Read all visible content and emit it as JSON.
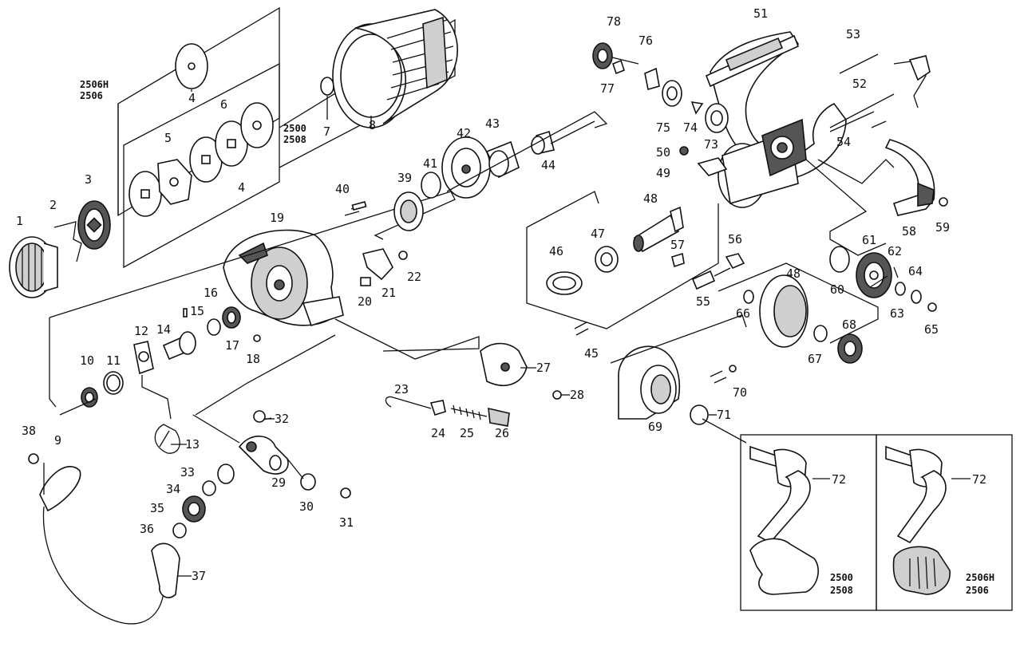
{
  "labels": {
    "p1": "1",
    "p2": "2",
    "p3": "3",
    "p4a": "4",
    "p4b": "4",
    "p5": "5",
    "p6": "6",
    "p7": "7",
    "p8": "8",
    "p9": "9",
    "p10": "10",
    "p11": "11",
    "p12": "12",
    "p13": "13",
    "p14": "14",
    "p15": "15",
    "p16": "16",
    "p17": "17",
    "p18": "18",
    "p19": "19",
    "p20": "20",
    "p21": "21",
    "p22": "22",
    "p23": "23",
    "p24": "24",
    "p25": "25",
    "p26": "26",
    "p27": "27",
    "p28": "28",
    "p29": "29",
    "p30": "30",
    "p31": "31",
    "p32": "32",
    "p33": "33",
    "p34": "34",
    "p35": "35",
    "p36": "36",
    "p37": "37",
    "p38": "38",
    "p39": "39",
    "p40": "40",
    "p41": "41",
    "p42": "42",
    "p43": "43",
    "p44": "44",
    "p45": "45",
    "p46": "46",
    "p47": "47",
    "p48": "48",
    "p48b": "48",
    "p49": "49",
    "p50": "50",
    "p51": "51",
    "p52": "52",
    "p53": "53",
    "p54": "54",
    "p55": "55",
    "p56": "56",
    "p57": "57",
    "p58": "58",
    "p59": "59",
    "p60": "60",
    "p61": "61",
    "p62": "62",
    "p63": "63",
    "p64": "64",
    "p65": "65",
    "p66": "66",
    "p67": "67",
    "p68": "68",
    "p69": "69",
    "p70": "70",
    "p71": "71",
    "p72a": "72",
    "p72b": "72",
    "p73": "73",
    "p74": "74",
    "p75": "75",
    "p76": "76",
    "p77": "77",
    "p78": "78"
  },
  "models": {
    "spool_group_a_line1": "2506H",
    "spool_group_a_line2": "2506",
    "spool_group_b_line1": "2500",
    "spool_group_b_line2": "2508",
    "handle_left_line1": "2500",
    "handle_left_line2": "2508",
    "handle_right_line1": "2506H",
    "handle_right_line2": "2506"
  }
}
